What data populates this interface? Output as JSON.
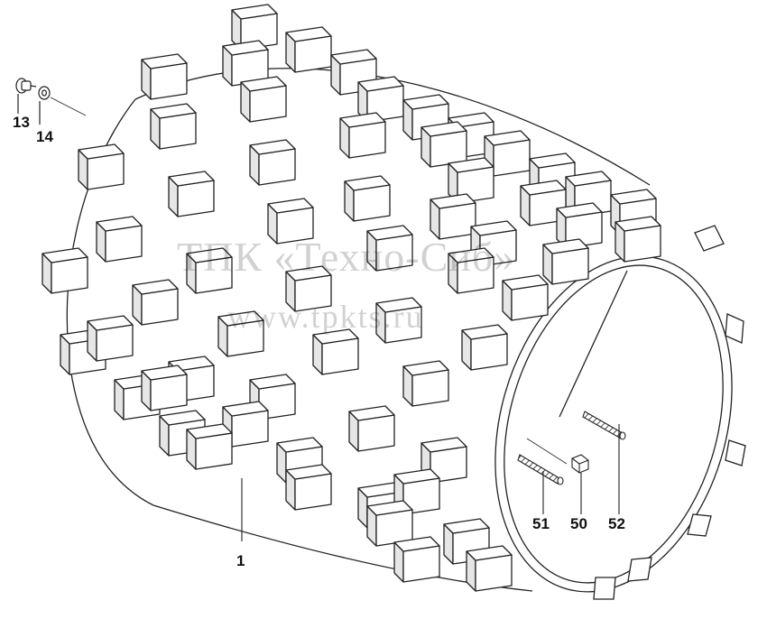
{
  "diagram": {
    "watermark_line1": "ТПК «Техно-Сиб»",
    "watermark_line2": "www.tpkts.ru",
    "callouts": {
      "c13": "13",
      "c14": "14",
      "c1": "1",
      "c51": "51",
      "c50": "50",
      "c52": "52"
    }
  }
}
